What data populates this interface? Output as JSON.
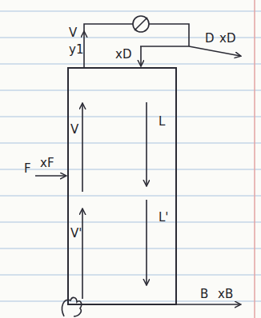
{
  "diagram": {
    "nodes": [
      {
        "text": [
          "V",
          "L",
          "V'",
          "L'"
        ]
      }
    ],
    "labels": [
      "V",
      "y1",
      "xD",
      "D",
      "xD",
      "F",
      "xF",
      "B",
      "xB"
    ]
  }
}
